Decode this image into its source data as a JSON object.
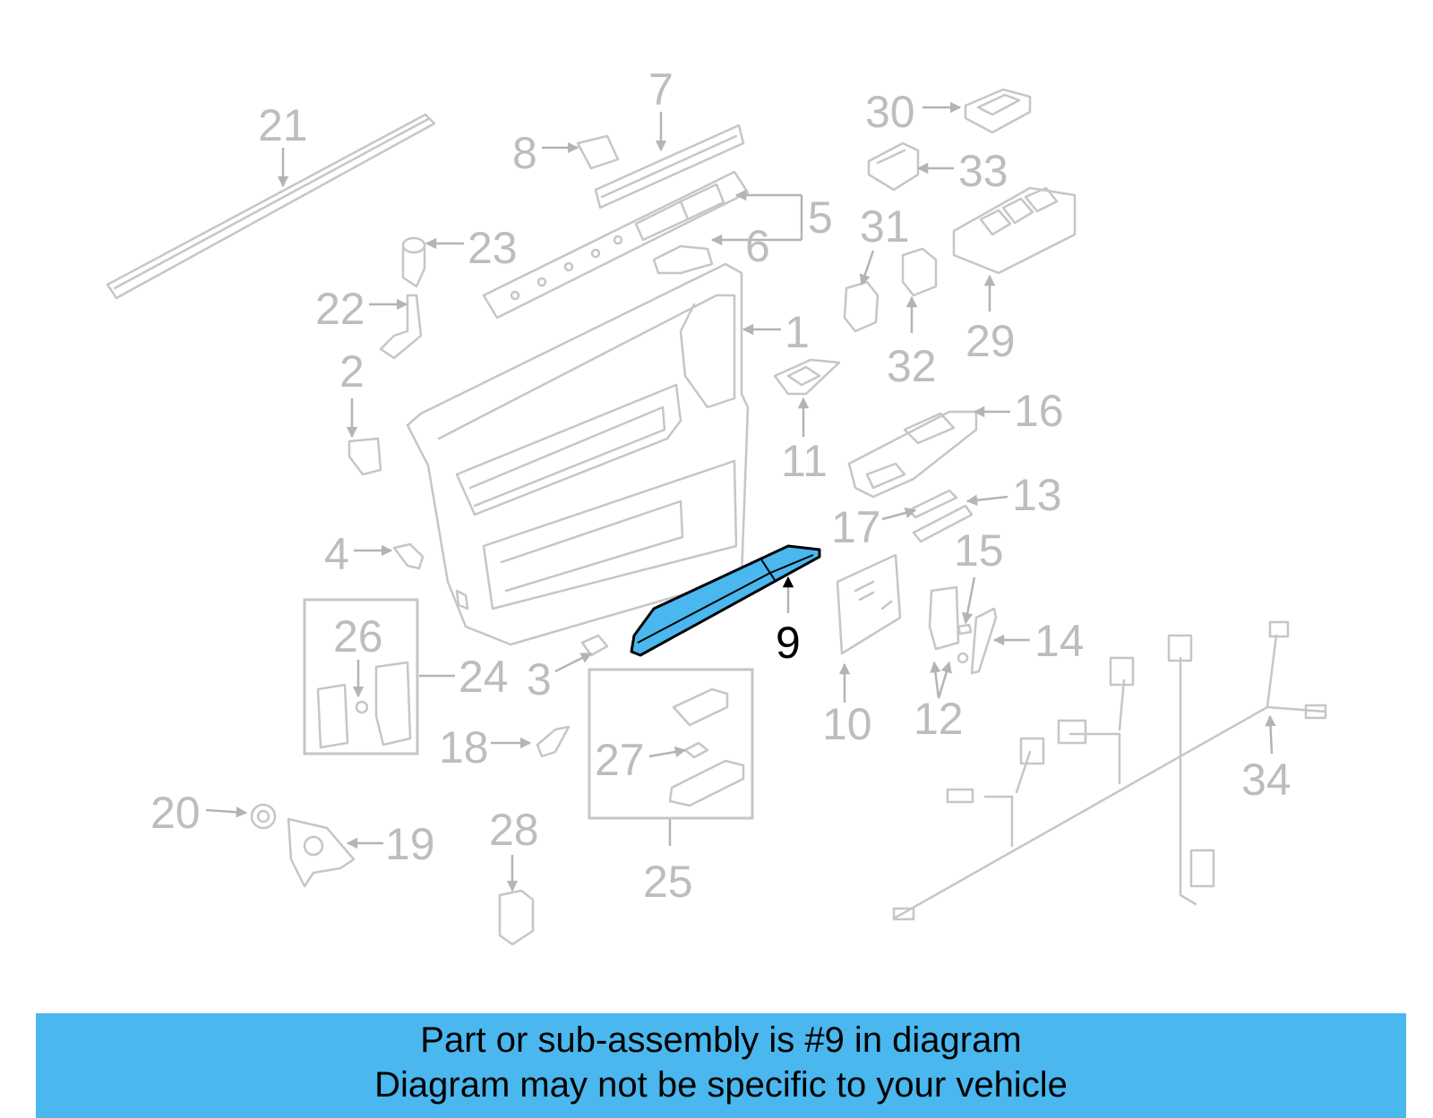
{
  "diagram": {
    "highlighted_part": "9",
    "highlight_color": "#4ab7ee",
    "callouts": [
      "1",
      "2",
      "3",
      "4",
      "5",
      "6",
      "7",
      "8",
      "9",
      "10",
      "11",
      "12",
      "13",
      "14",
      "15",
      "16",
      "17",
      "18",
      "19",
      "20",
      "21",
      "22",
      "23",
      "24",
      "25",
      "26",
      "27",
      "28",
      "29",
      "30",
      "31",
      "32",
      "33",
      "34"
    ]
  },
  "banner": {
    "line1": "Part or sub-assembly is #9 in diagram",
    "line2": "Diagram may not be specific to your vehicle",
    "color": "#4ab7ee"
  }
}
